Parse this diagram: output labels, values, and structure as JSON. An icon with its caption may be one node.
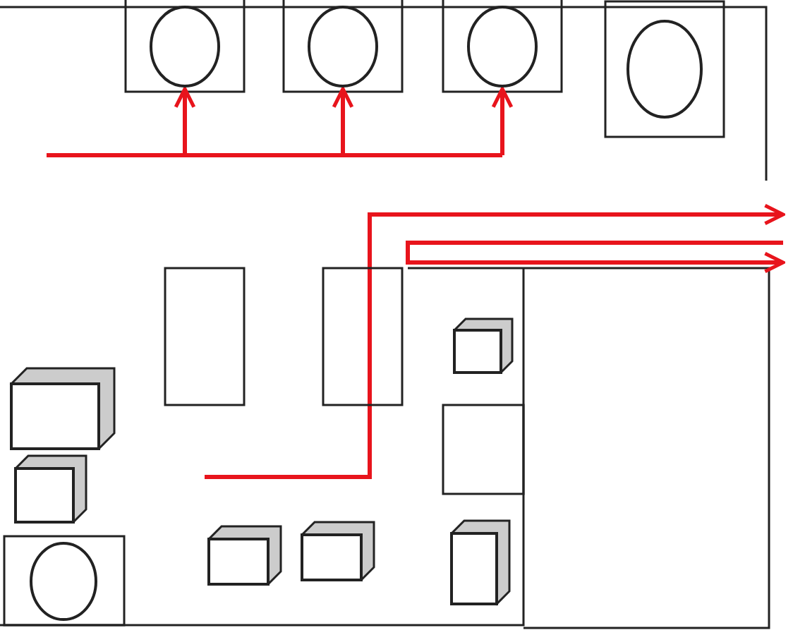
{
  "diagram": {
    "nodes": [
      {
        "text": [],
        "shape": "circle"
      },
      {
        "text": [],
        "shape": "circle"
      },
      {
        "text": [],
        "shape": "circle"
      },
      {
        "text": [],
        "shape": "box"
      },
      {
        "text": [],
        "shape": "box"
      },
      {
        "text": [],
        "shape": "box"
      }
    ],
    "edges": [
      {
        "from": null,
        "to": 0,
        "arrow": "to",
        "color": "#e8141c"
      },
      {
        "from": null,
        "to": 1,
        "arrow": "to",
        "color": "#e8141c"
      },
      {
        "from": null,
        "to": 2,
        "arrow": "to",
        "color": "#e8141c"
      }
    ]
  }
}
